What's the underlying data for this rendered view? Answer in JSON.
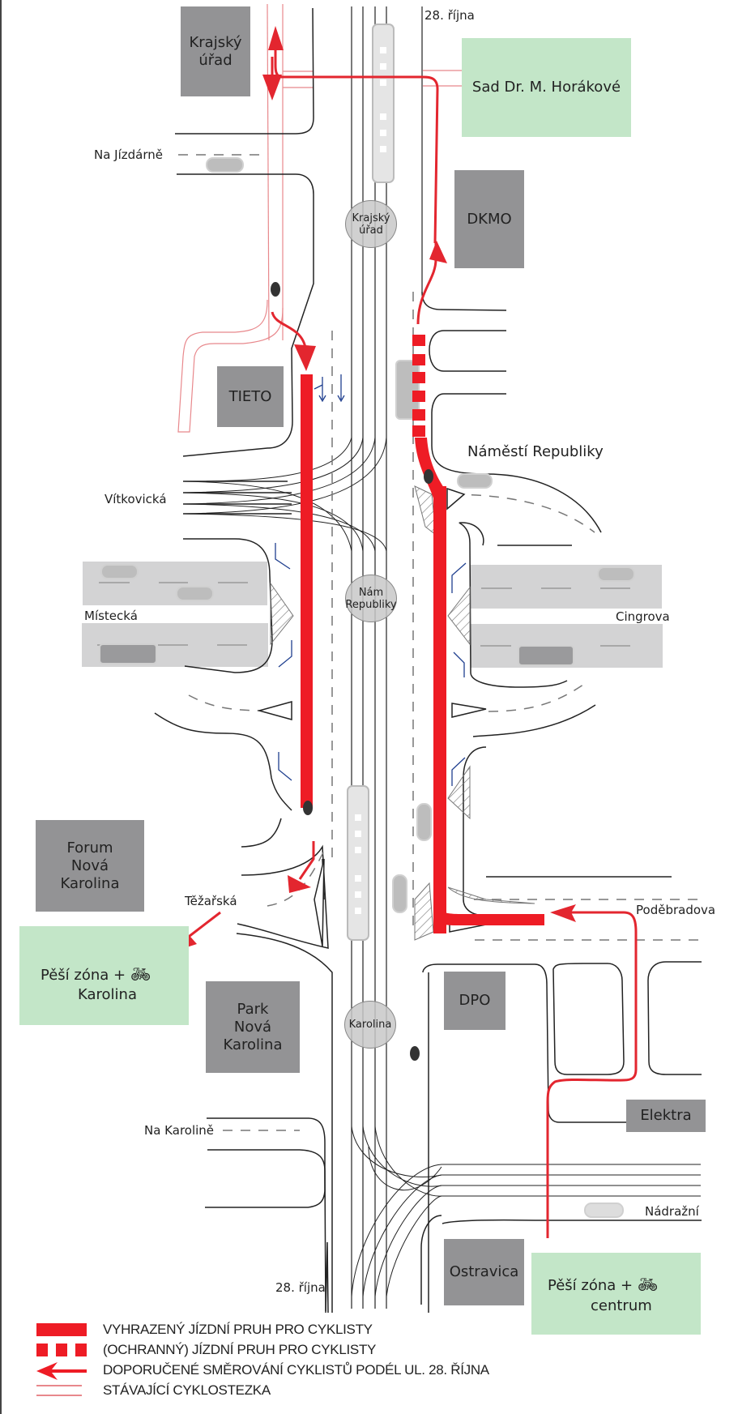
{
  "colors": {
    "bike_lane_red": "#ee1c25",
    "existing_path_pink": "#e8888c",
    "building_grey": "#939395",
    "zone_green": "#c3e6c8",
    "road_line": "#222222",
    "arrow_blue": "#1f3f8f"
  },
  "buildings": [
    {
      "name": "Krajský\núřad",
      "lines": [
        "Krajský",
        "úřad"
      ]
    },
    {
      "name": "DKMO",
      "lines": [
        "DKMO"
      ]
    },
    {
      "name": "TIETO",
      "lines": [
        "TIETO"
      ]
    },
    {
      "name": "Forum Nová Karolina",
      "lines": [
        "Forum",
        "Nová",
        "Karolina"
      ]
    },
    {
      "name": "Park Nová Karolina",
      "lines": [
        "Park",
        "Nová",
        "Karolina"
      ]
    },
    {
      "name": "DPO",
      "lines": [
        "DPO"
      ]
    },
    {
      "name": "Elektra",
      "lines": [
        "Elektra"
      ]
    },
    {
      "name": "Ostravica",
      "lines": [
        "Ostravica"
      ]
    }
  ],
  "zones": {
    "sad": {
      "label": "Sad Dr. M. Horákové"
    },
    "karolina": {
      "line1": "Pěší zóna +",
      "line2": "Karolina",
      "icon": "bicycle-icon"
    },
    "centrum": {
      "line1": "Pěší zóna +",
      "line2": "centrum",
      "icon": "bicycle-icon"
    }
  },
  "streets": {
    "rijna_top": "28. října",
    "na_jizdarne": "Na Jízdárně",
    "vitkovicka": "Vítkovická",
    "namesti_republiky": "Náměstí Republiky",
    "mistecka": "Místecká",
    "cingrova": "Cingrova",
    "tezarska": "Těžařská",
    "podebradova": "Poděbradova",
    "na_karoline": "Na Karolině",
    "nadrazni": "Nádražní",
    "rijna_bottom": "28. října"
  },
  "tram_stops": [
    {
      "name": "Krajský úřad",
      "line1": "Krajský",
      "line2": "úřad"
    },
    {
      "name": "Nám Republiky",
      "line1": "Nám",
      "line2": "Republiky"
    },
    {
      "name": "Karolina",
      "line1": "Karolina",
      "line2": ""
    }
  ],
  "legend": [
    {
      "symbol": "solid-lane",
      "label": "VYHRAZENÝ JÍZDNÍ PRUH PRO CYKLISTY"
    },
    {
      "symbol": "dashed-lane",
      "label": "(OCHRANNÝ) JÍZDNÍ PRUH PRO CYKLISTY"
    },
    {
      "symbol": "arrow",
      "label": "DOPORUČENÉ SMĚROVÁNÍ CYKLISTŮ PODÉL UL. 28. ŘÍJNA"
    },
    {
      "symbol": "double-line",
      "label": "STÁVAJÍCÍ CYKLOSTEZKA"
    }
  ]
}
